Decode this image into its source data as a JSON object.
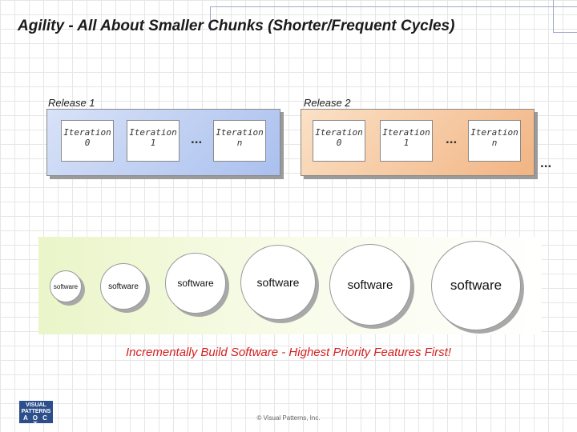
{
  "title": "Agility - All About Smaller Chunks (Shorter/Frequent Cycles)",
  "releases": [
    {
      "label": "Release 1",
      "iterations": [
        "Iteration 0",
        "Iteration 1",
        "Iteration n"
      ],
      "ellipsis": "...",
      "color": "#aac0ee"
    },
    {
      "label": "Release 2",
      "iterations": [
        "Iteration 0",
        "Iteration 1",
        "Iteration n"
      ],
      "ellipsis": "...",
      "color": "#f2b483"
    }
  ],
  "trailing_ellipsis": "...",
  "software": [
    "software",
    "software",
    "software",
    "software",
    "software",
    "software"
  ],
  "tagline": "Incrementally Build Software - Highest Priority Features First!",
  "logo": {
    "line1": "VISUAL",
    "line2": "PATTERNS",
    "line3": "A O C T"
  },
  "copyright": "© Visual Patterns, Inc."
}
